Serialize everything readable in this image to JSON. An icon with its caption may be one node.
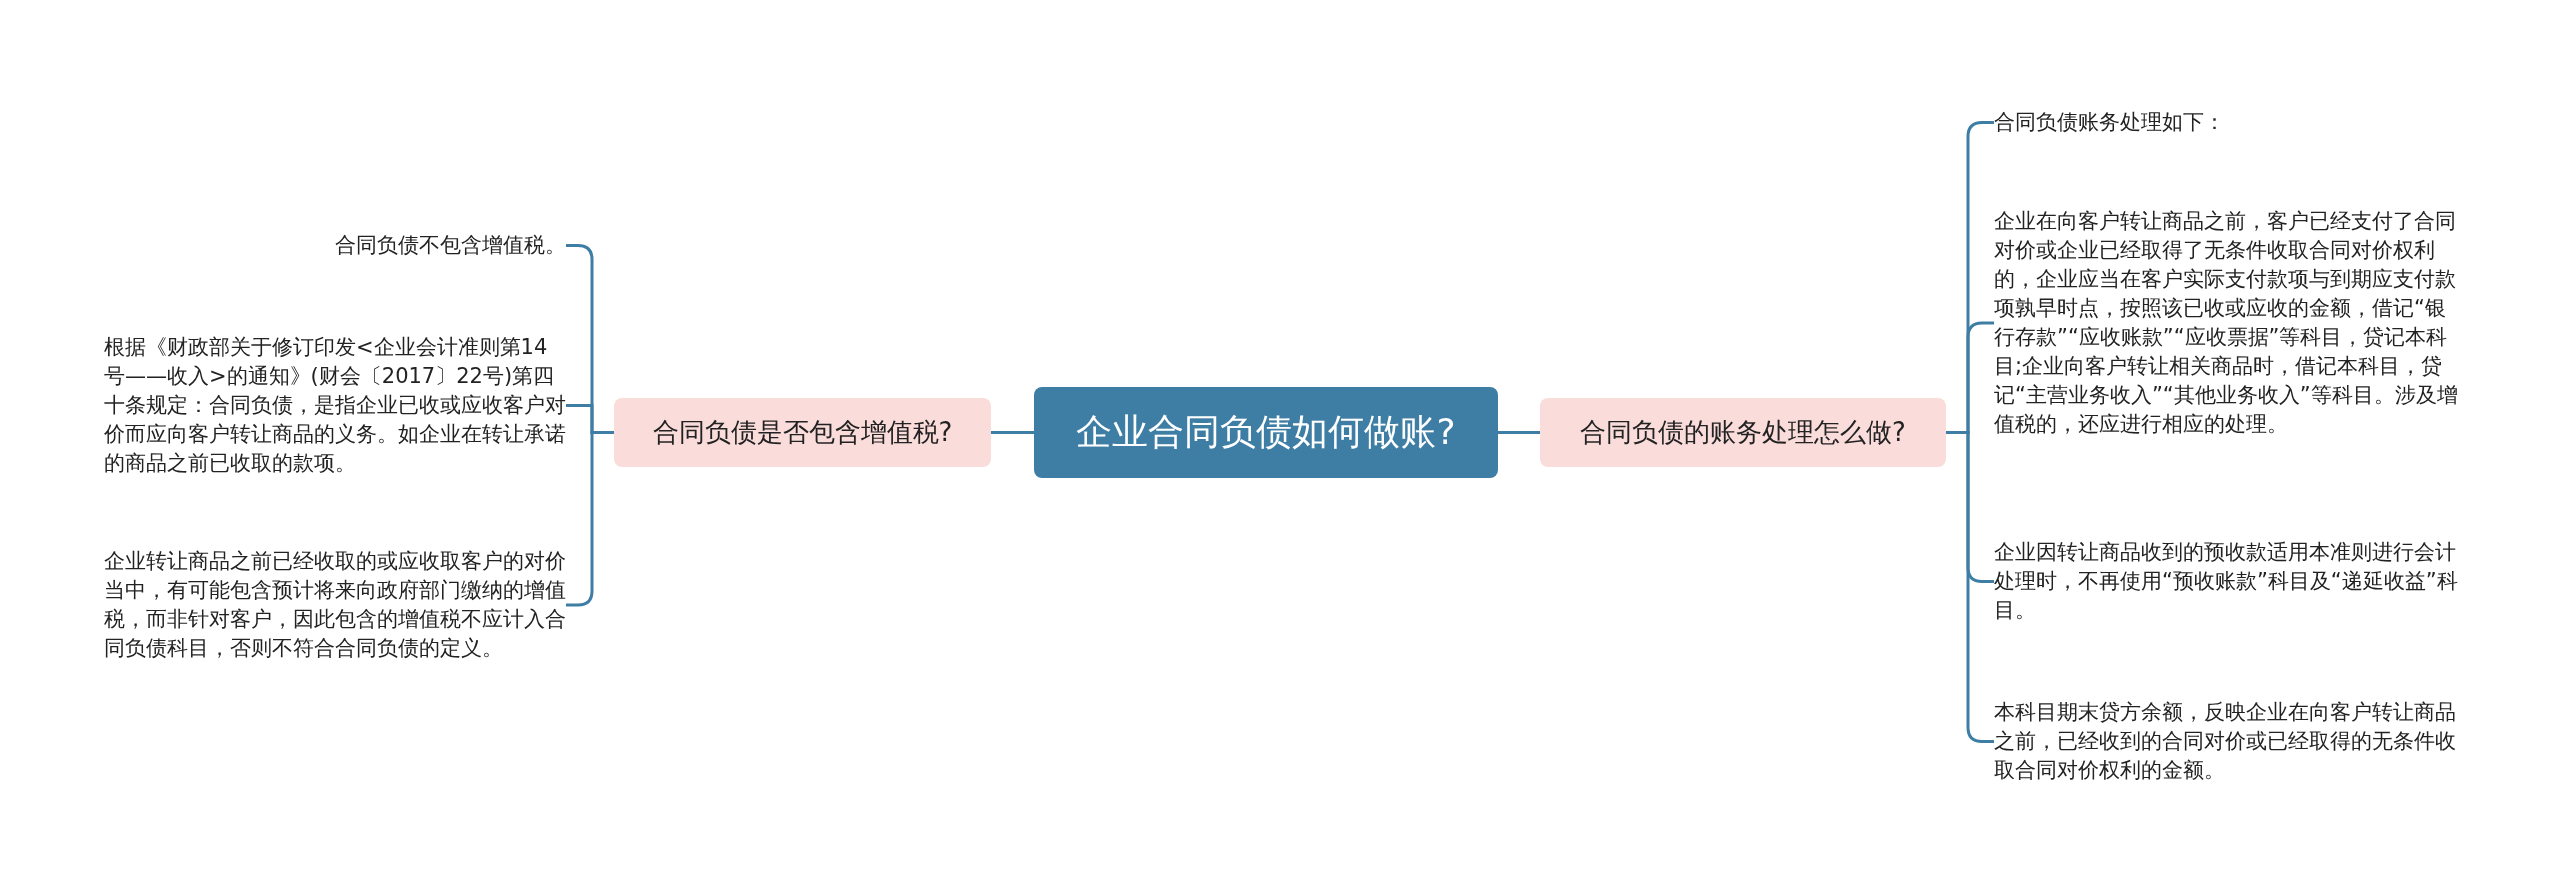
{
  "diagram": {
    "nodes": [
      {
        "text": [
          "企业合同负债如何做账?"
        ]
      },
      {
        "text": [
          "合同负债是否包含增值税?"
        ]
      },
      {
        "text": [
          "合同负债不包含增值税。"
        ]
      },
      {
        "text": [
          "根据《财政部关于修订印发<企业会计准则第14号——收入>的通知》(财会〔2017〕22号)第四十条规定：合同负债，是指企业已收或应收客户对价而应向客户转让商品的义务。如企业在转让承诺的商品之前已收取的款项。"
        ]
      },
      {
        "text": [
          "企业转让商品之前已经收取的或应收取客户的对价当中，有可能包含预计将来向政府部门缴纳的增值税，而非针对客户，因此包含的增值税不应计入合同负债科目，否则不符合合同负债的定义。"
        ]
      },
      {
        "text": [
          "合同负债的账务处理怎么做?"
        ]
      },
      {
        "text": [
          "合同负债账务处理如下："
        ]
      },
      {
        "text": [
          "企业在向客户转让商品之前，客户已经支付了合同对价或企业已经取得了无条件收取合同对价权利的，企业应当在客户实际支付款项与到期应支付款项孰早时点，按照该已收或应收的金额，借记“银行存款”“应收账款”“应收票据”等科目，贷记本科目;企业向客户转让相关商品时，借记本科目，贷记“主营业务收入”“其他业务收入”等科目。涉及增值税的，还应进行相应的处理。"
        ]
      },
      {
        "text": [
          "企业因转让商品收到的预收款适用本准则进行会计处理时，不再使用“预收账款”科目及“递延收益”科目。"
        ]
      },
      {
        "text": [
          "本科目期末贷方余额，反映企业在向客户转让商品之前，已经收到的合同对价或已经取得的无条件收取合同对价权利的金额。"
        ]
      }
    ],
    "edges": [
      {
        "from": 0,
        "to": 1,
        "arrow": "none"
      },
      {
        "from": 1,
        "to": 2,
        "arrow": "none"
      },
      {
        "from": 1,
        "to": 3,
        "arrow": "none"
      },
      {
        "from": 1,
        "to": 4,
        "arrow": "none"
      },
      {
        "from": 0,
        "to": 5,
        "arrow": "none"
      },
      {
        "from": 5,
        "to": 6,
        "arrow": "none"
      },
      {
        "from": 5,
        "to": 7,
        "arrow": "none"
      },
      {
        "from": 5,
        "to": 8,
        "arrow": "none"
      },
      {
        "from": 5,
        "to": 9,
        "arrow": "none"
      }
    ]
  }
}
